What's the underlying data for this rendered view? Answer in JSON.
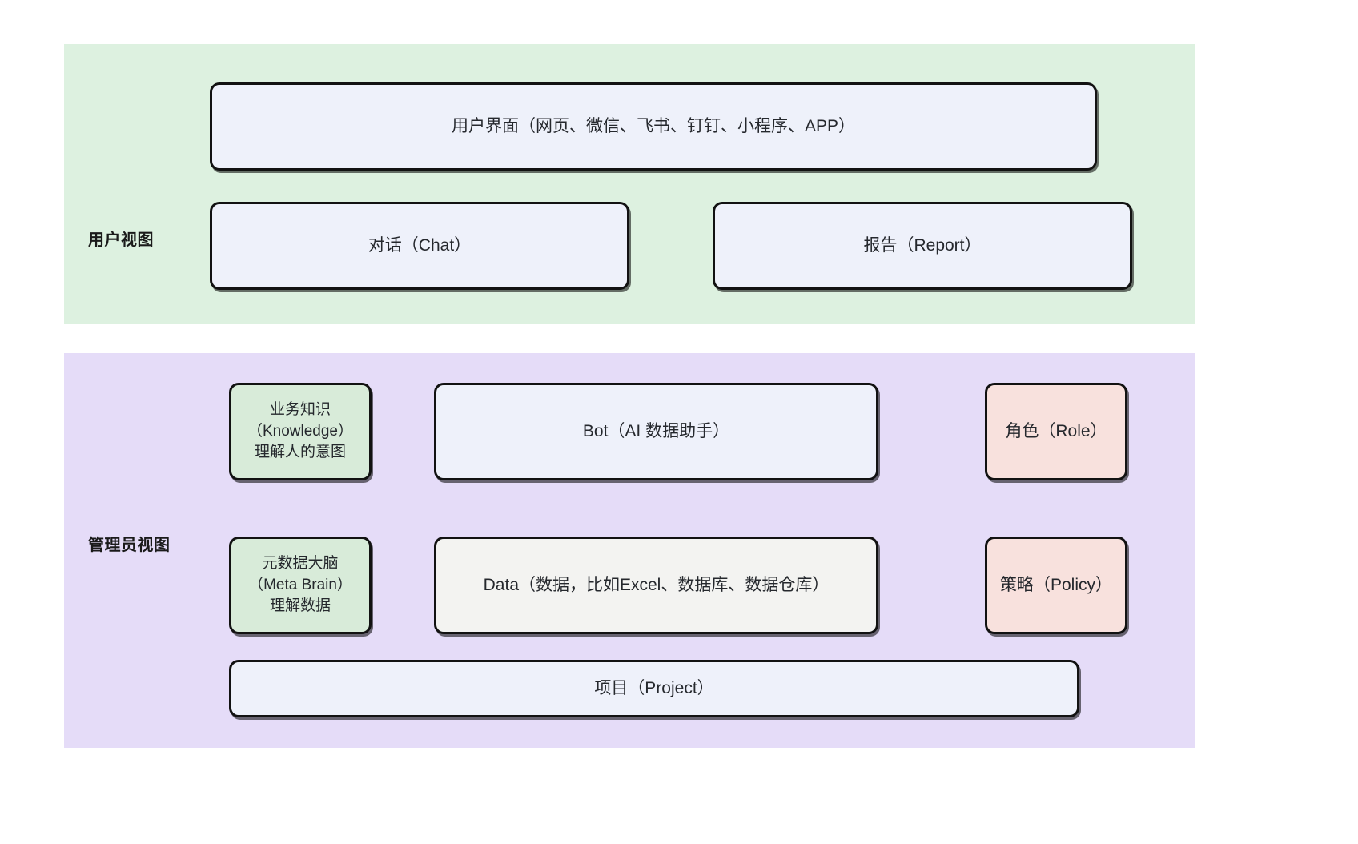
{
  "diagram": {
    "title_visible": false,
    "colors": {
      "panel_user_bg": "#ddf1e0",
      "panel_admin_bg": "#e5dcf8",
      "node_blue": "#eef1fa",
      "node_green": "#d8ebd9",
      "node_pink": "#f8e1dd",
      "node_gray": "#f3f3f1",
      "border": "#121212",
      "text": "#25282d"
    },
    "panels": [
      {
        "key": "user_view",
        "label": "用户视图",
        "nodes": [
          {
            "key": "ui",
            "lines": [
              "用户界面（网页、微信、飞书、钉钉、小程序、APP）"
            ],
            "fill": "node_blue"
          },
          {
            "key": "chat",
            "lines": [
              "对话（Chat）"
            ],
            "fill": "node_blue"
          },
          {
            "key": "report",
            "lines": [
              "报告（Report）"
            ],
            "fill": "node_blue"
          }
        ]
      },
      {
        "key": "admin_view",
        "label": "管理员视图",
        "nodes": [
          {
            "key": "knowledge",
            "lines": [
              "业务知识",
              "（Knowledge）",
              "理解人的意图"
            ],
            "fill": "node_green"
          },
          {
            "key": "bot",
            "lines": [
              "Bot（AI 数据助手）"
            ],
            "fill": "node_blue"
          },
          {
            "key": "role",
            "lines": [
              "角色（Role）"
            ],
            "fill": "node_pink"
          },
          {
            "key": "meta_brain",
            "lines": [
              "元数据大脑",
              "（Meta Brain）",
              "理解数据"
            ],
            "fill": "node_green"
          },
          {
            "key": "data",
            "lines": [
              "Data（数据，比如Excel、数据库、数据仓库）"
            ],
            "fill": "node_gray"
          },
          {
            "key": "policy",
            "lines": [
              "策略（Policy）"
            ],
            "fill": "node_pink"
          },
          {
            "key": "project",
            "lines": [
              "项目（Project）"
            ],
            "fill": "node_blue"
          }
        ]
      }
    ]
  }
}
